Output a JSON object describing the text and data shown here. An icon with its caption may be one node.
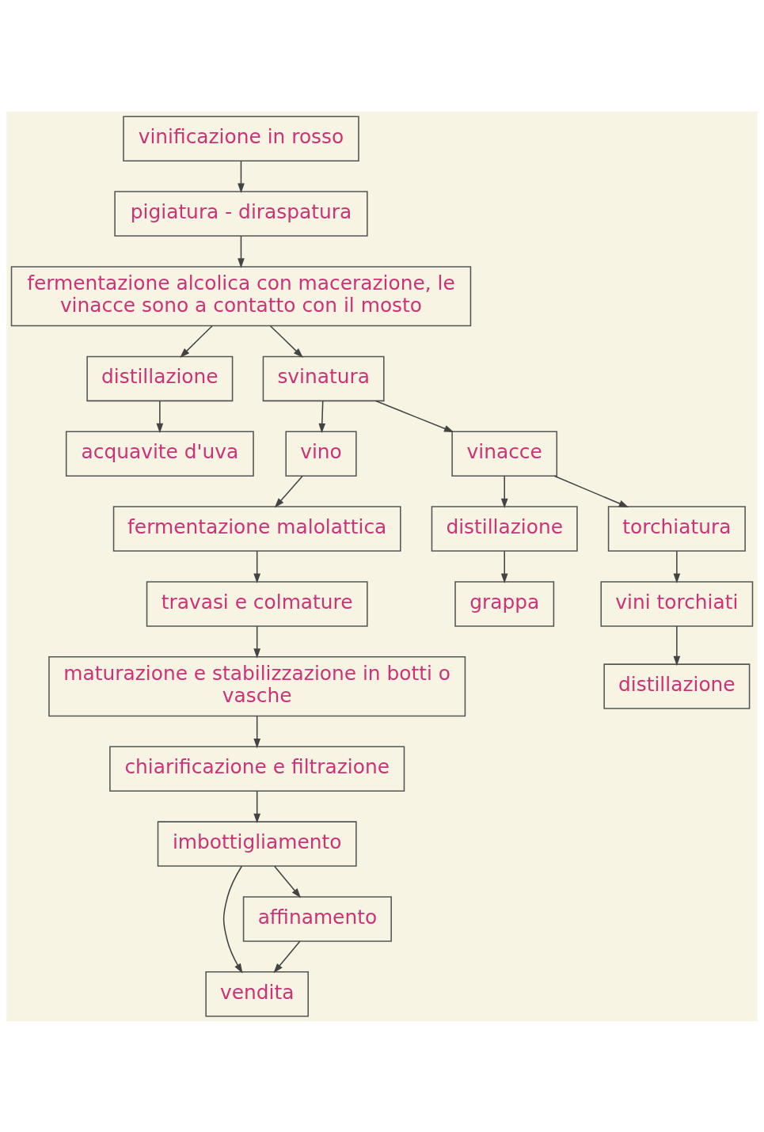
{
  "diagram": {
    "nodes": [
      {
        "text": [
          "vinificazione in rosso"
        ]
      },
      {
        "text": [
          "pigiatura - diraspatura"
        ]
      },
      {
        "text": [
          "fermentazione alcolica con macerazione, le vinacce sono a contatto con il mosto"
        ]
      },
      {
        "text": [
          "distillazione"
        ]
      },
      {
        "text": [
          "acquavite d'uva"
        ]
      },
      {
        "text": [
          "svinatura"
        ]
      },
      {
        "text": [
          "vino"
        ]
      },
      {
        "text": [
          "vinacce"
        ]
      },
      {
        "text": [
          "distillazione"
        ]
      },
      {
        "text": [
          "fermentazione malolattica"
        ]
      },
      {
        "text": [
          "torchiatura"
        ]
      },
      {
        "text": [
          "grappa"
        ]
      },
      {
        "text": [
          "travasi e colmature"
        ]
      },
      {
        "text": [
          "vini torchiati"
        ]
      },
      {
        "text": [
          "maturazione e stabilizzazione in botti o vasche"
        ]
      },
      {
        "text": [
          "distillazione"
        ]
      },
      {
        "text": [
          "chiarificazione e filtrazione"
        ]
      },
      {
        "text": [
          "imbottigliamento"
        ]
      },
      {
        "text": [
          "vendita"
        ]
      },
      {
        "text": [
          "affinamento"
        ]
      }
    ],
    "edges": [
      {
        "from": 0,
        "to": 1,
        "arrow": "to"
      },
      {
        "from": 1,
        "to": 2,
        "arrow": "to"
      },
      {
        "from": 2,
        "to": 3,
        "arrow": "to"
      },
      {
        "from": 2,
        "to": 5,
        "arrow": "to"
      },
      {
        "from": 3,
        "to": 4,
        "arrow": "to"
      },
      {
        "from": 5,
        "to": 6,
        "arrow": "to"
      },
      {
        "from": 5,
        "to": 7,
        "arrow": "to"
      },
      {
        "from": 7,
        "to": 8,
        "arrow": "to"
      },
      {
        "from": 8,
        "to": 11,
        "arrow": "to"
      },
      {
        "from": 7,
        "to": 10,
        "arrow": "to"
      },
      {
        "from": 10,
        "to": 13,
        "arrow": "to"
      },
      {
        "from": 13,
        "to": 15,
        "arrow": "to"
      },
      {
        "from": 6,
        "to": 9,
        "arrow": "to"
      },
      {
        "from": 9,
        "to": 12,
        "arrow": "to"
      },
      {
        "from": 12,
        "to": 14,
        "arrow": "to"
      },
      {
        "from": 14,
        "to": 16,
        "arrow": "to"
      },
      {
        "from": 16,
        "to": 17,
        "arrow": "to"
      },
      {
        "from": 17,
        "to": 18,
        "arrow": "to"
      },
      {
        "from": 17,
        "to": 19,
        "arrow": "to"
      },
      {
        "from": 19,
        "to": 18,
        "arrow": "to"
      }
    ]
  }
}
